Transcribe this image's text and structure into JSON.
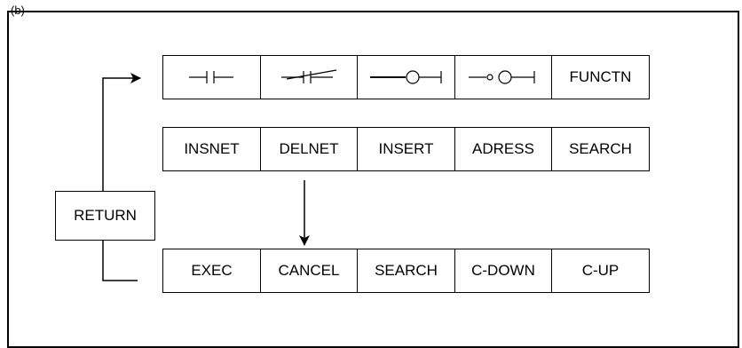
{
  "figure": {
    "corner_label": "(b)"
  },
  "rows": {
    "ladder": [
      {
        "name": "contact-no-icon",
        "label": "",
        "kind": "contact-no"
      },
      {
        "name": "contact-nc-icon",
        "label": "",
        "kind": "contact-nc"
      },
      {
        "name": "coil-icon",
        "label": "",
        "kind": "coil"
      },
      {
        "name": "coil-negated-icon",
        "label": "",
        "kind": "coil-neg"
      },
      {
        "name": "key-functn",
        "label": "FUNCTN",
        "kind": "text"
      }
    ],
    "edit": [
      "INSNET",
      "DELNET",
      "INSERT",
      "ADRESS",
      "SEARCH"
    ],
    "confirm": [
      "EXEC",
      "CANCEL",
      "SEARCH",
      "C-DOWN",
      "C-UP"
    ]
  },
  "return_label": "RETURN"
}
